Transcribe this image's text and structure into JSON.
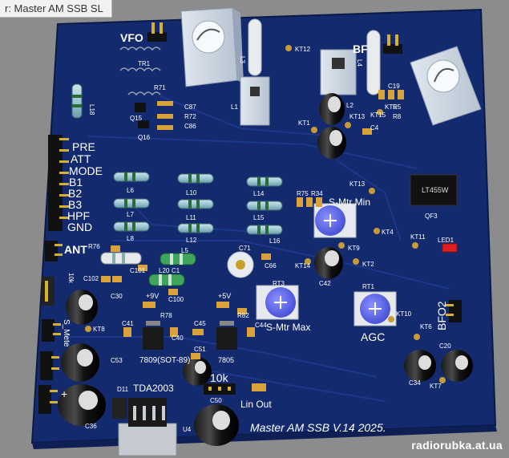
{
  "window": {
    "tab_title": "r: Master AM SSB SL"
  },
  "board": {
    "title": "Master  AM  SSB  V.14    2025.",
    "watermark": "radiorubka.at.ua",
    "colors": {
      "pcb": "#132a6e",
      "pcb_edge": "#0d1f55",
      "background": "#8c8c8c",
      "silk": "#ffffff",
      "trim": "#5a63e6",
      "led": "#e02020"
    },
    "labels": {
      "vfo": "VFO",
      "bfo": "BF",
      "bfo2": "BFO2",
      "ant": "ANT",
      "agc": "AGC",
      "s_mtr_min": "S-Mtr  Min",
      "s_mtr_max": "S-Mtr  Max",
      "lin_out": "Lin Out",
      "tda": "TDA2003",
      "pot": "10k",
      "smeter": "S_Mete",
      "plus": "+",
      "reg1": "7809(SOT-89)",
      "reg2": "7805",
      "v9": "+9V",
      "v5": "+5V",
      "ant10k": "10k",
      "ic": "LT455W",
      "gnd": "GND"
    },
    "switch_labels": [
      "PRE",
      "ATT",
      "MODE",
      "B1",
      "B2",
      "B3",
      "HPF",
      "GND"
    ],
    "refs": {
      "l6": "L6",
      "l7": "L7",
      "l8": "L8",
      "l10": "L10",
      "l11": "L11",
      "l12": "L12",
      "l14": "L14",
      "l15": "L15",
      "l16": "L16",
      "l5": "L5",
      "l18": "L18",
      "tr1": "TR1",
      "r71": "R71",
      "r72": "R72",
      "c87": "C87",
      "c86": "C86",
      "q15": "Q15",
      "q16": "Q16",
      "kt12": "KT12",
      "kt1": "KT1",
      "kt13": "KT13",
      "kt13b": "KT13",
      "kt4": "KT4",
      "kt9": "KT9",
      "kt14": "KT14",
      "kt2": "KT2",
      "kt11": "KT11",
      "kt10": "KT10",
      "kt6": "KT6",
      "kt7": "KT7",
      "kt8": "KT8",
      "kt5": "KT5",
      "kt15": "KT15",
      "c19": "C19",
      "r5": "R5",
      "r8": "R8",
      "c4": "C4",
      "r75": "R75",
      "r34": "R34",
      "qf3": "QF3",
      "led1": "LED1",
      "r76": "R76",
      "c71": "C71",
      "c66": "C66",
      "c42": "C42",
      "c101": "C101",
      "c102": "C102",
      "l20": "L20",
      "c1": "C1",
      "c100": "C100",
      "c30": "C30",
      "rt3": "RT3",
      "rt1": "RT1",
      "r78": "R78",
      "r82": "R82",
      "c41": "C41",
      "c40": "C40",
      "c45": "C45",
      "c44": "C44",
      "c51": "C51",
      "c53": "C53",
      "c50": "C50",
      "d11": "D11",
      "c20": "C20",
      "c34": "C34",
      "u4": "U4",
      "c36": "C36",
      "l1": "L1",
      "l2": "L2",
      "l3": "L3",
      "l4": "L4"
    }
  }
}
